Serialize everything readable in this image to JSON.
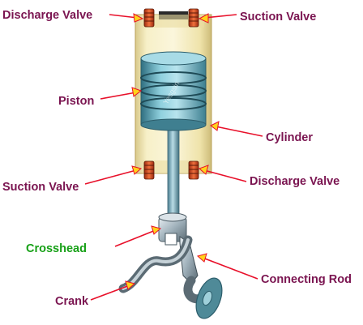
{
  "labels": {
    "discharge_valve_top": "Discharge Valve",
    "suction_valve_top": "Suction Valve",
    "piston": "Piston",
    "cylinder": "Cylinder",
    "suction_valve_bottom": "Suction Valve",
    "discharge_valve_bottom": "Discharge Valve",
    "crosshead": "Crosshead",
    "connecting_rod": "Connecting Rod",
    "crank": "Crank"
  },
  "watermark": "Yesgsin",
  "colors": {
    "label_text": "#7a1450",
    "crosshead_text": "#16a016",
    "arrow_line": "#e8102a",
    "arrow_head": "#ffd21a",
    "cylinder_fill": "#f3e8b4",
    "piston_fill": "#6aaab8",
    "valve_fill": "#e0502a"
  }
}
